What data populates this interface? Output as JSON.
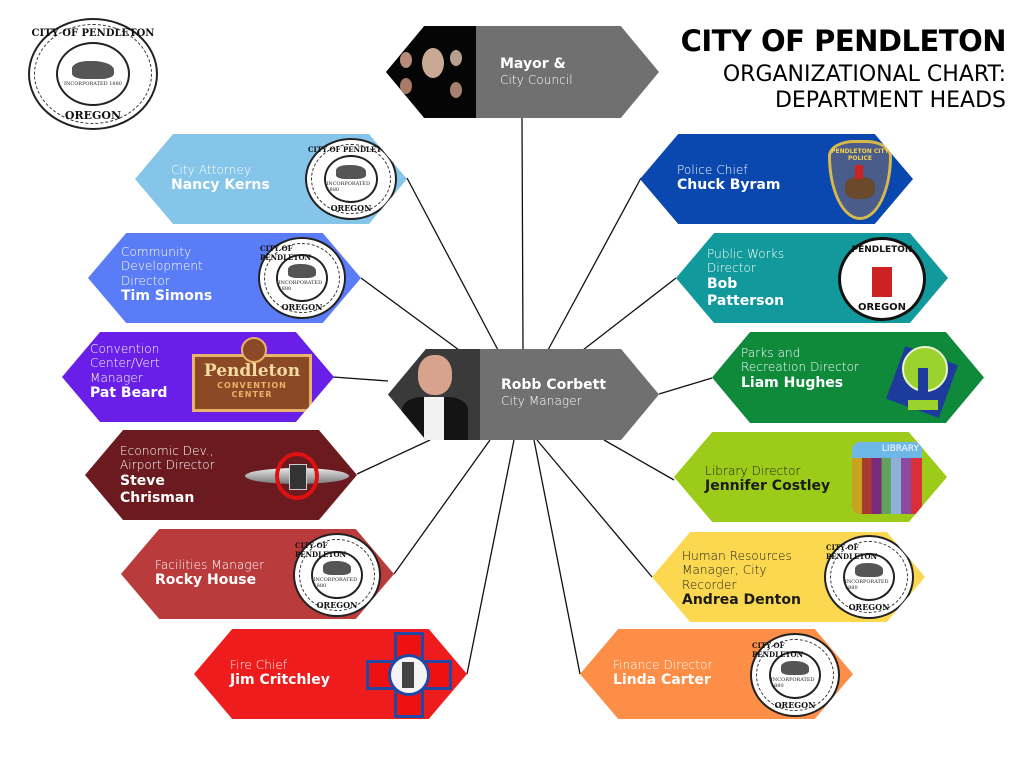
{
  "header": {
    "title": "CITY OF PENDLETON",
    "subtitle_line1": "ORGANIZATIONAL CHART:",
    "subtitle_line2": "DEPARTMENT HEADS"
  },
  "seal": {
    "top": "CITY OF PENDLETON",
    "bottom": "OREGON",
    "center": "INCORPORATED 1880"
  },
  "council": {
    "title": "Mayor &",
    "subtitle": "City Council",
    "photo_caption": "City of Pendleton City Council",
    "color": "#707070"
  },
  "manager": {
    "name": "Robb Corbett",
    "role": "City Manager",
    "color": "#707070"
  },
  "departments": [
    {
      "id": "attorney",
      "role": "City Attorney",
      "name": "Nancy Kerns",
      "color": "#86c5ea",
      "logo": "city-seal"
    },
    {
      "id": "community-dev",
      "role": "Community Development Director",
      "name": "Tim Simons",
      "color": "#5b7cf7",
      "logo": "city-seal"
    },
    {
      "id": "convention",
      "role": "Convention Center/Vert Manager",
      "name": "Pat Beard",
      "color": "#6a1fe8",
      "logo": "convention-center-logo",
      "logo_text1": "Pendleton",
      "logo_text2": "CONVENTION",
      "logo_text3": "CENTER"
    },
    {
      "id": "economic-dev",
      "role": "Economic Dev., Airport Director",
      "name": "Steve Chrisman",
      "color": "#6b1a1f",
      "logo": "airport-wings-logo"
    },
    {
      "id": "facilities",
      "role": "Facilities Manager",
      "name": "Rocky House",
      "color": "#b93b3b",
      "logo": "city-seal"
    },
    {
      "id": "fire",
      "role": "Fire Chief",
      "name": "Jim Critchley",
      "color": "#ee1c1c",
      "logo": "fire-department-badge"
    },
    {
      "id": "police",
      "role": "Police Chief",
      "name": "Chuck Byram",
      "color": "#0a48b0",
      "logo": "police-patch",
      "logo_text": "PENDLETON CITY POLICE"
    },
    {
      "id": "public-works",
      "role": "Public Works Director",
      "name": "Bob Patterson",
      "color": "#12999b",
      "logo": "public-works-seal"
    },
    {
      "id": "parks",
      "role": "Parks and Recreation Director",
      "name": "Liam Hughes",
      "color": "#0e8a3a",
      "logo": "parks-tree-logo"
    },
    {
      "id": "library",
      "role": "Library Director",
      "name": "Jennifer Costley",
      "color": "#9ccb19",
      "logo": "library-logo",
      "logo_text": "LIBRARY"
    },
    {
      "id": "hr",
      "role": "Human Resources Manager, City Recorder",
      "name": "Andrea Denton",
      "color": "#fbd84f",
      "logo": "city-seal"
    },
    {
      "id": "finance",
      "role": "Finance Director",
      "name": "Linda Carter",
      "color": "#fd8e47",
      "logo": "city-seal"
    }
  ]
}
